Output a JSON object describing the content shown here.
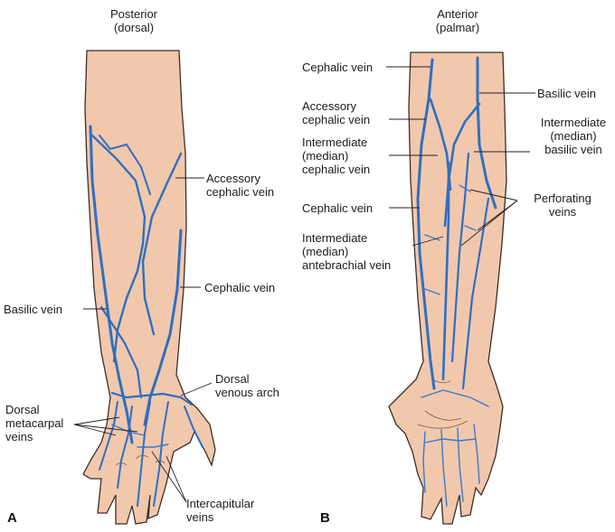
{
  "views": {
    "posterior": {
      "title": "Posterior\n(dorsal)",
      "panel_letter": "A"
    },
    "anterior": {
      "title": "Anterior\n(palmar)",
      "panel_letter": "B"
    }
  },
  "posterior_labels": {
    "accessory_cephalic": "Accessory\ncephalic vein",
    "cephalic": "Cephalic vein",
    "basilic": "Basilic vein",
    "dorsal_venous_arch": "Dorsal\nvenous arch",
    "dorsal_metacarpal": "Dorsal\nmetacarpal\nveins",
    "intercapitular": "Intercapitular\nveins"
  },
  "anterior_labels": {
    "cephalic_top": "Cephalic vein",
    "basilic": "Basilic vein",
    "accessory_cephalic": "Accessory\ncephalic vein",
    "intermediate_basilic": "Intermediate\n(median)\nbasilic vein",
    "intermediate_cephalic": "Intermediate\n(median)\ncephalic vein",
    "cephalic_lower": "Cephalic vein",
    "perforating": "Perforating\nveins",
    "intermediate_antebrachial": "Intermediate\n(median)\nantebrachial vein"
  },
  "colors": {
    "vein": "#2f6fbf",
    "skin": "#f2c8ad",
    "outline": "#3a2e2a",
    "text": "#1c1c1c"
  }
}
